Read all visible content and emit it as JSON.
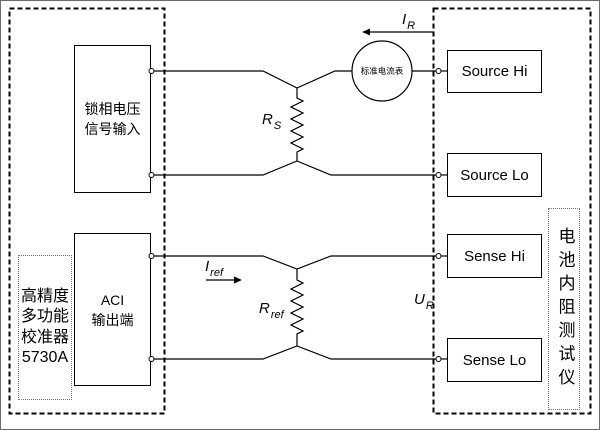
{
  "calibrator": {
    "name_lines": [
      "高精度",
      "多功能",
      "校准器",
      "5730A"
    ],
    "lockin_input_lines": [
      "锁相电压",
      "信号输入"
    ],
    "aci_output_lines": [
      "ACI",
      "输出端"
    ]
  },
  "ammeter": {
    "label": "标准电流表"
  },
  "tester": {
    "name": "电池内阻测试仪",
    "terminals": {
      "source_hi": "Source Hi",
      "source_lo": "Source Lo",
      "sense_hi": "Sense Hi",
      "sense_lo": "Sense Lo"
    }
  },
  "symbols": {
    "i_r": {
      "main": "I",
      "sub": "R"
    },
    "r_s": {
      "main": "R",
      "sub": "S"
    },
    "i_ref": {
      "main": "I",
      "sub": "ref"
    },
    "r_ref": {
      "main": "R",
      "sub": "ref"
    },
    "u_r": {
      "main": "U",
      "sub": "R"
    }
  },
  "palette": {
    "ink": "#000000",
    "frame": "#6b6b6b",
    "dotted_frame": "#7a7a7a"
  }
}
